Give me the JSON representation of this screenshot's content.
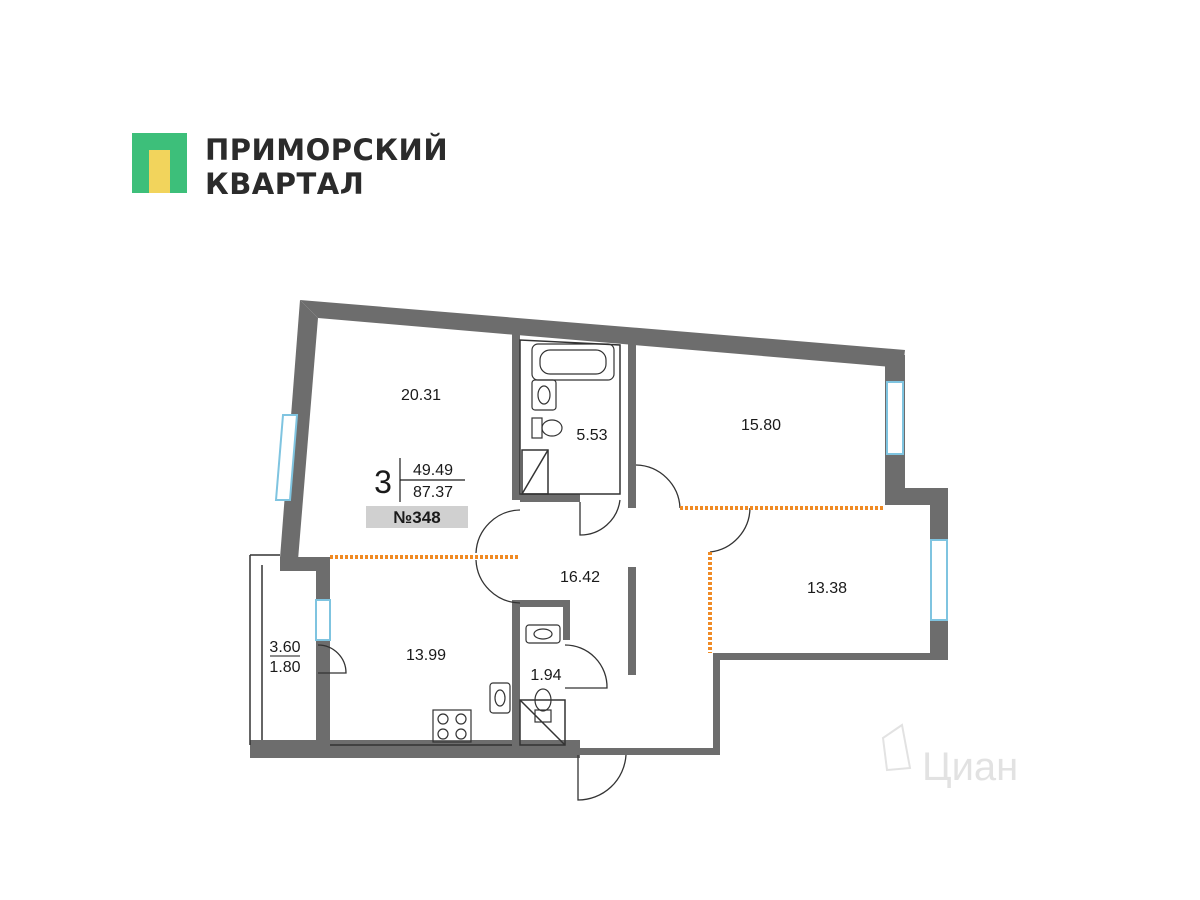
{
  "brand": {
    "line1": "ПРИМОРСКИЙ",
    "line2": "КВАРТАЛ",
    "colors": {
      "green": "#3dbf7a",
      "yellow": "#f2d45c"
    }
  },
  "apartment": {
    "rooms": "3",
    "living_area": "49.49",
    "total_area": "87.37",
    "number": "№348"
  },
  "rooms": {
    "living_room": "20.31",
    "bathroom": "5.53",
    "bedroom_1": "15.80",
    "hall": "16.42",
    "bedroom_2": "13.38",
    "kitchen": "13.99",
    "wc": "1.94",
    "balcony_area": "3.60",
    "balcony_reduced": "1.80"
  },
  "watermark": "Циан",
  "colors": {
    "wall": "#6d6d6d",
    "window": "#7fc4e0",
    "partition": "#f08a24",
    "line": "#333333"
  }
}
